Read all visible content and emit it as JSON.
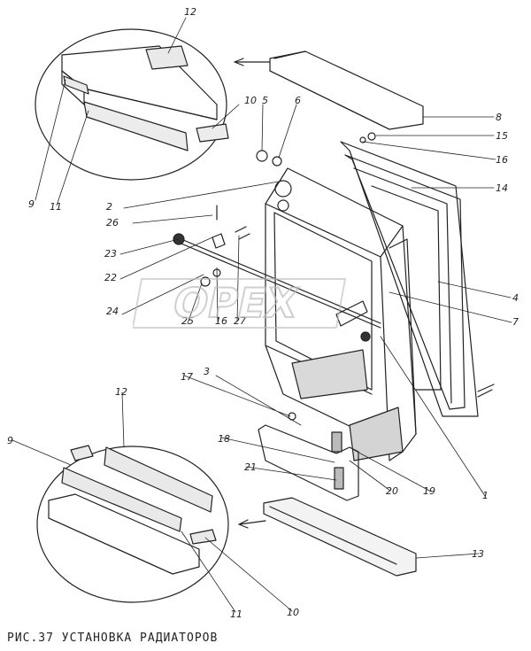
{
  "figure": {
    "caption": "РИС.37 УСТАНОВКА  РАДИАТОРОВ",
    "watermark_text": "OPEX",
    "callouts": [
      "12",
      "10",
      "5",
      "6",
      "8",
      "15",
      "16",
      "14",
      "9",
      "11",
      "2",
      "26",
      "23",
      "22",
      "24",
      "25",
      "16",
      "27",
      "4",
      "7",
      "3",
      "17",
      "18",
      "21",
      "20",
      "19",
      "1",
      "12",
      "9",
      "11",
      "10",
      "13"
    ]
  }
}
